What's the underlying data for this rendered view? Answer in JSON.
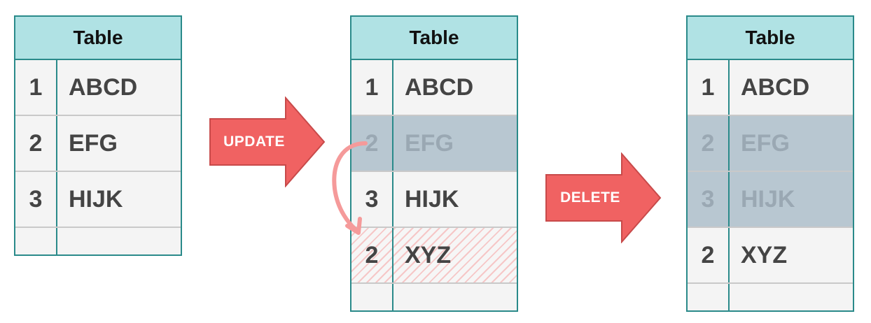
{
  "tables": [
    {
      "title": "Table",
      "rows": [
        {
          "id": "1",
          "value": "ABCD",
          "state": "normal"
        },
        {
          "id": "2",
          "value": "EFG",
          "state": "normal"
        },
        {
          "id": "3",
          "value": "HIJK",
          "state": "normal"
        }
      ]
    },
    {
      "title": "Table",
      "rows": [
        {
          "id": "1",
          "value": "ABCD",
          "state": "normal"
        },
        {
          "id": "2",
          "value": "EFG",
          "state": "deleted"
        },
        {
          "id": "3",
          "value": "HIJK",
          "state": "normal"
        },
        {
          "id": "2",
          "value": "XYZ",
          "state": "inserted"
        }
      ]
    },
    {
      "title": "Table",
      "rows": [
        {
          "id": "1",
          "value": "ABCD",
          "state": "normal"
        },
        {
          "id": "2",
          "value": "EFG",
          "state": "deleted"
        },
        {
          "id": "3",
          "value": "HIJK",
          "state": "deleted"
        },
        {
          "id": "2",
          "value": "XYZ",
          "state": "normal"
        }
      ]
    }
  ],
  "operations": [
    {
      "label": "UPDATE",
      "color": "#f06262"
    },
    {
      "label": "DELETE",
      "color": "#f06262"
    }
  ],
  "colors": {
    "header": "#b0e2e4",
    "border": "#2a8a8a",
    "deleted_row": "#b8c7d1",
    "inserted_hatch": "#f6c7c7",
    "move_arrow": "#f59a9a"
  }
}
